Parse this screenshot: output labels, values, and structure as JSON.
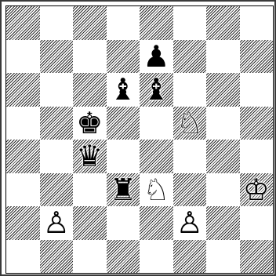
{
  "board": {
    "pieces": [
      {
        "square": "e7",
        "glyph": "♟",
        "color": "black",
        "name": "black-pawn"
      },
      {
        "square": "d6",
        "glyph": "♝",
        "color": "black",
        "name": "black-bishop"
      },
      {
        "square": "e6",
        "glyph": "♝",
        "color": "black",
        "name": "black-bishop"
      },
      {
        "square": "c5",
        "glyph": "♚",
        "color": "black",
        "name": "black-king"
      },
      {
        "square": "f5",
        "glyph": "♘",
        "color": "white",
        "name": "white-knight"
      },
      {
        "square": "c4",
        "glyph": "♛",
        "color": "black",
        "name": "black-queen"
      },
      {
        "square": "d3",
        "glyph": "♜",
        "color": "black",
        "name": "black-rook"
      },
      {
        "square": "e3",
        "glyph": "♘",
        "color": "white",
        "name": "white-knight"
      },
      {
        "square": "h3",
        "glyph": "♔",
        "color": "white",
        "name": "white-king"
      },
      {
        "square": "b2",
        "glyph": "♙",
        "color": "white",
        "name": "white-pawn"
      },
      {
        "square": "f2",
        "glyph": "♙",
        "color": "white",
        "name": "white-pawn"
      }
    ]
  }
}
